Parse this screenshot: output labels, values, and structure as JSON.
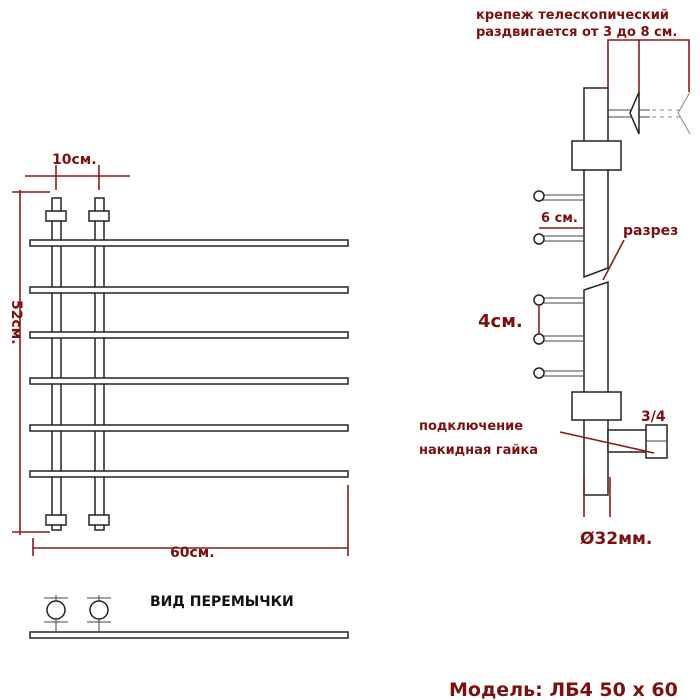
{
  "labels": {
    "width_spacing": "10см.",
    "height": "52см.",
    "width": "60см.",
    "jumper_view": "ВИД ПЕРЕМЫЧКИ",
    "mount_line1": "крепеж телескопический",
    "mount_line2": "раздвигается от 3 до 8 см.",
    "rung_offset": "6 см.",
    "section": "разрез",
    "rung_spacing": "4см.",
    "connection_line1": "подключение",
    "connection_line2": "накидная гайка",
    "thread": "3/4",
    "diameter": "Ø32мм.",
    "model": "Модель: ЛБ4 50 х 60"
  },
  "colors": {
    "accent": "#7a1010",
    "line": "#222222"
  }
}
